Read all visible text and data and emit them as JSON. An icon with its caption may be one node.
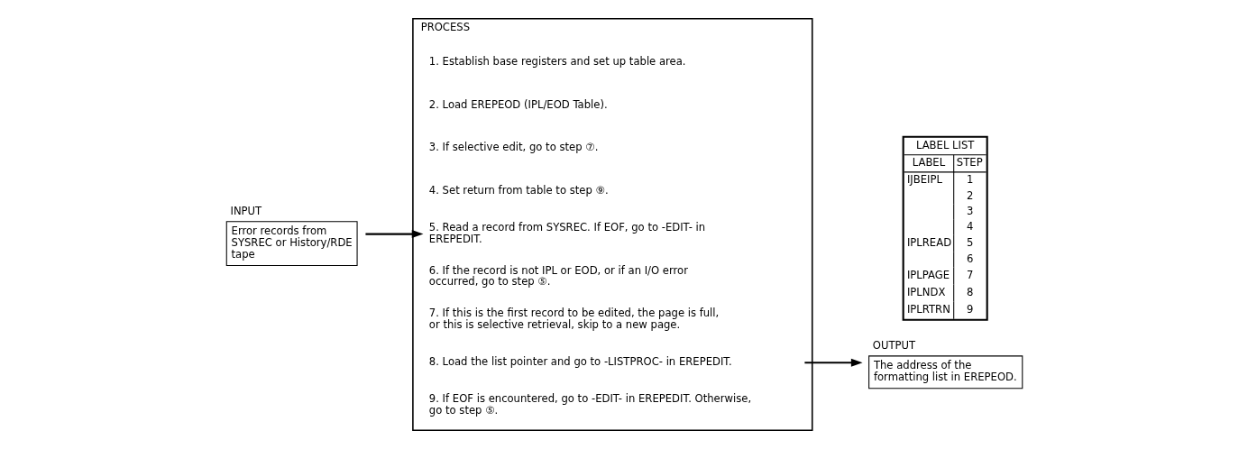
{
  "diagram": {
    "nodes": [
      {
        "text": [
          "INPUT",
          "Error records from SYSREC or History/RDE tape"
        ]
      },
      {
        "text": [
          "PROCESS"
        ]
      },
      {
        "text": [
          "1. Establish base registers and set up table area."
        ],
        "in": 1
      },
      {
        "text": [
          "2. Load EREPEOD (IPL/EOD Table)."
        ],
        "in": 1
      },
      {
        "text": [
          "3. If selective edit, go to step ⑦."
        ],
        "in": 1
      },
      {
        "text": [
          "4. Set return from table to step ⑨."
        ],
        "in": 1
      },
      {
        "text": [
          "5. Read a record from SYSREC. If EOF, go to -EDIT- in EREPEDIT."
        ],
        "in": 1
      },
      {
        "text": [
          "6. If the record is not IPL or EOD, or if an I/O error occurred, go to step ⑤."
        ],
        "in": 1
      },
      {
        "text": [
          "7. If this is the first record to be edited, the page is full, or this is selective retrieval, skip to a new page."
        ],
        "in": 1
      },
      {
        "text": [
          "8. Load the list pointer and go to -LISTPROC- in EREPEDIT."
        ],
        "in": 1
      },
      {
        "text": [
          "9. If EOF is encountered, go to -EDIT- in EREPEDIT. Otherwise, go to step ⑤."
        ],
        "in": 1
      },
      {
        "text": [
          "OUTPUT",
          "The address of the formatting list in EREPEOD."
        ]
      }
    ],
    "edges": [
      {
        "from": 0,
        "to": 6,
        "arrow": "to"
      },
      {
        "from": 9,
        "to": 11,
        "arrow": "to"
      }
    ],
    "labels": [
      "LABEL LIST",
      "LABEL",
      "STEP",
      "IJBEIPL",
      "1",
      "2",
      "3",
      "4",
      "IPLREAD",
      "5",
      "6",
      "IPLPAGE",
      "7",
      "IPLNDX",
      "8",
      "IPLRTRN",
      "9"
    ]
  }
}
